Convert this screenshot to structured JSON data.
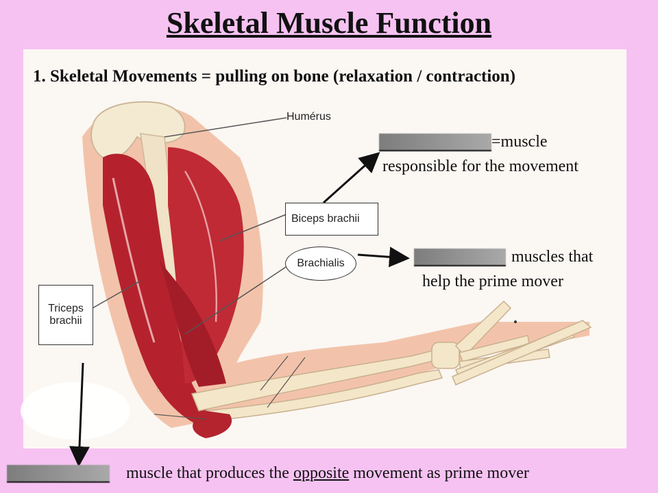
{
  "slide": {
    "title": "Skeletal Muscle Function",
    "subtitle": "1. Skeletal Movements  =  pulling on bone (relaxation / contraction)"
  },
  "labels": {
    "humerus": "Humérus",
    "biceps": "Biceps brachii",
    "brachialis": "Brachialis",
    "triceps_line1": "Triceps",
    "triceps_line2": "brachii"
  },
  "definitions": {
    "prime_mover": {
      "line1_suffix": "=muscle",
      "line2": "responsible for the movement"
    },
    "synergist": {
      "line1_suffix": "muscles that",
      "line2": "help the prime mover"
    },
    "antagonist": {
      "before": "muscle that produces the ",
      "emphasis": "opposite",
      "after": " movement as prime mover"
    }
  }
}
